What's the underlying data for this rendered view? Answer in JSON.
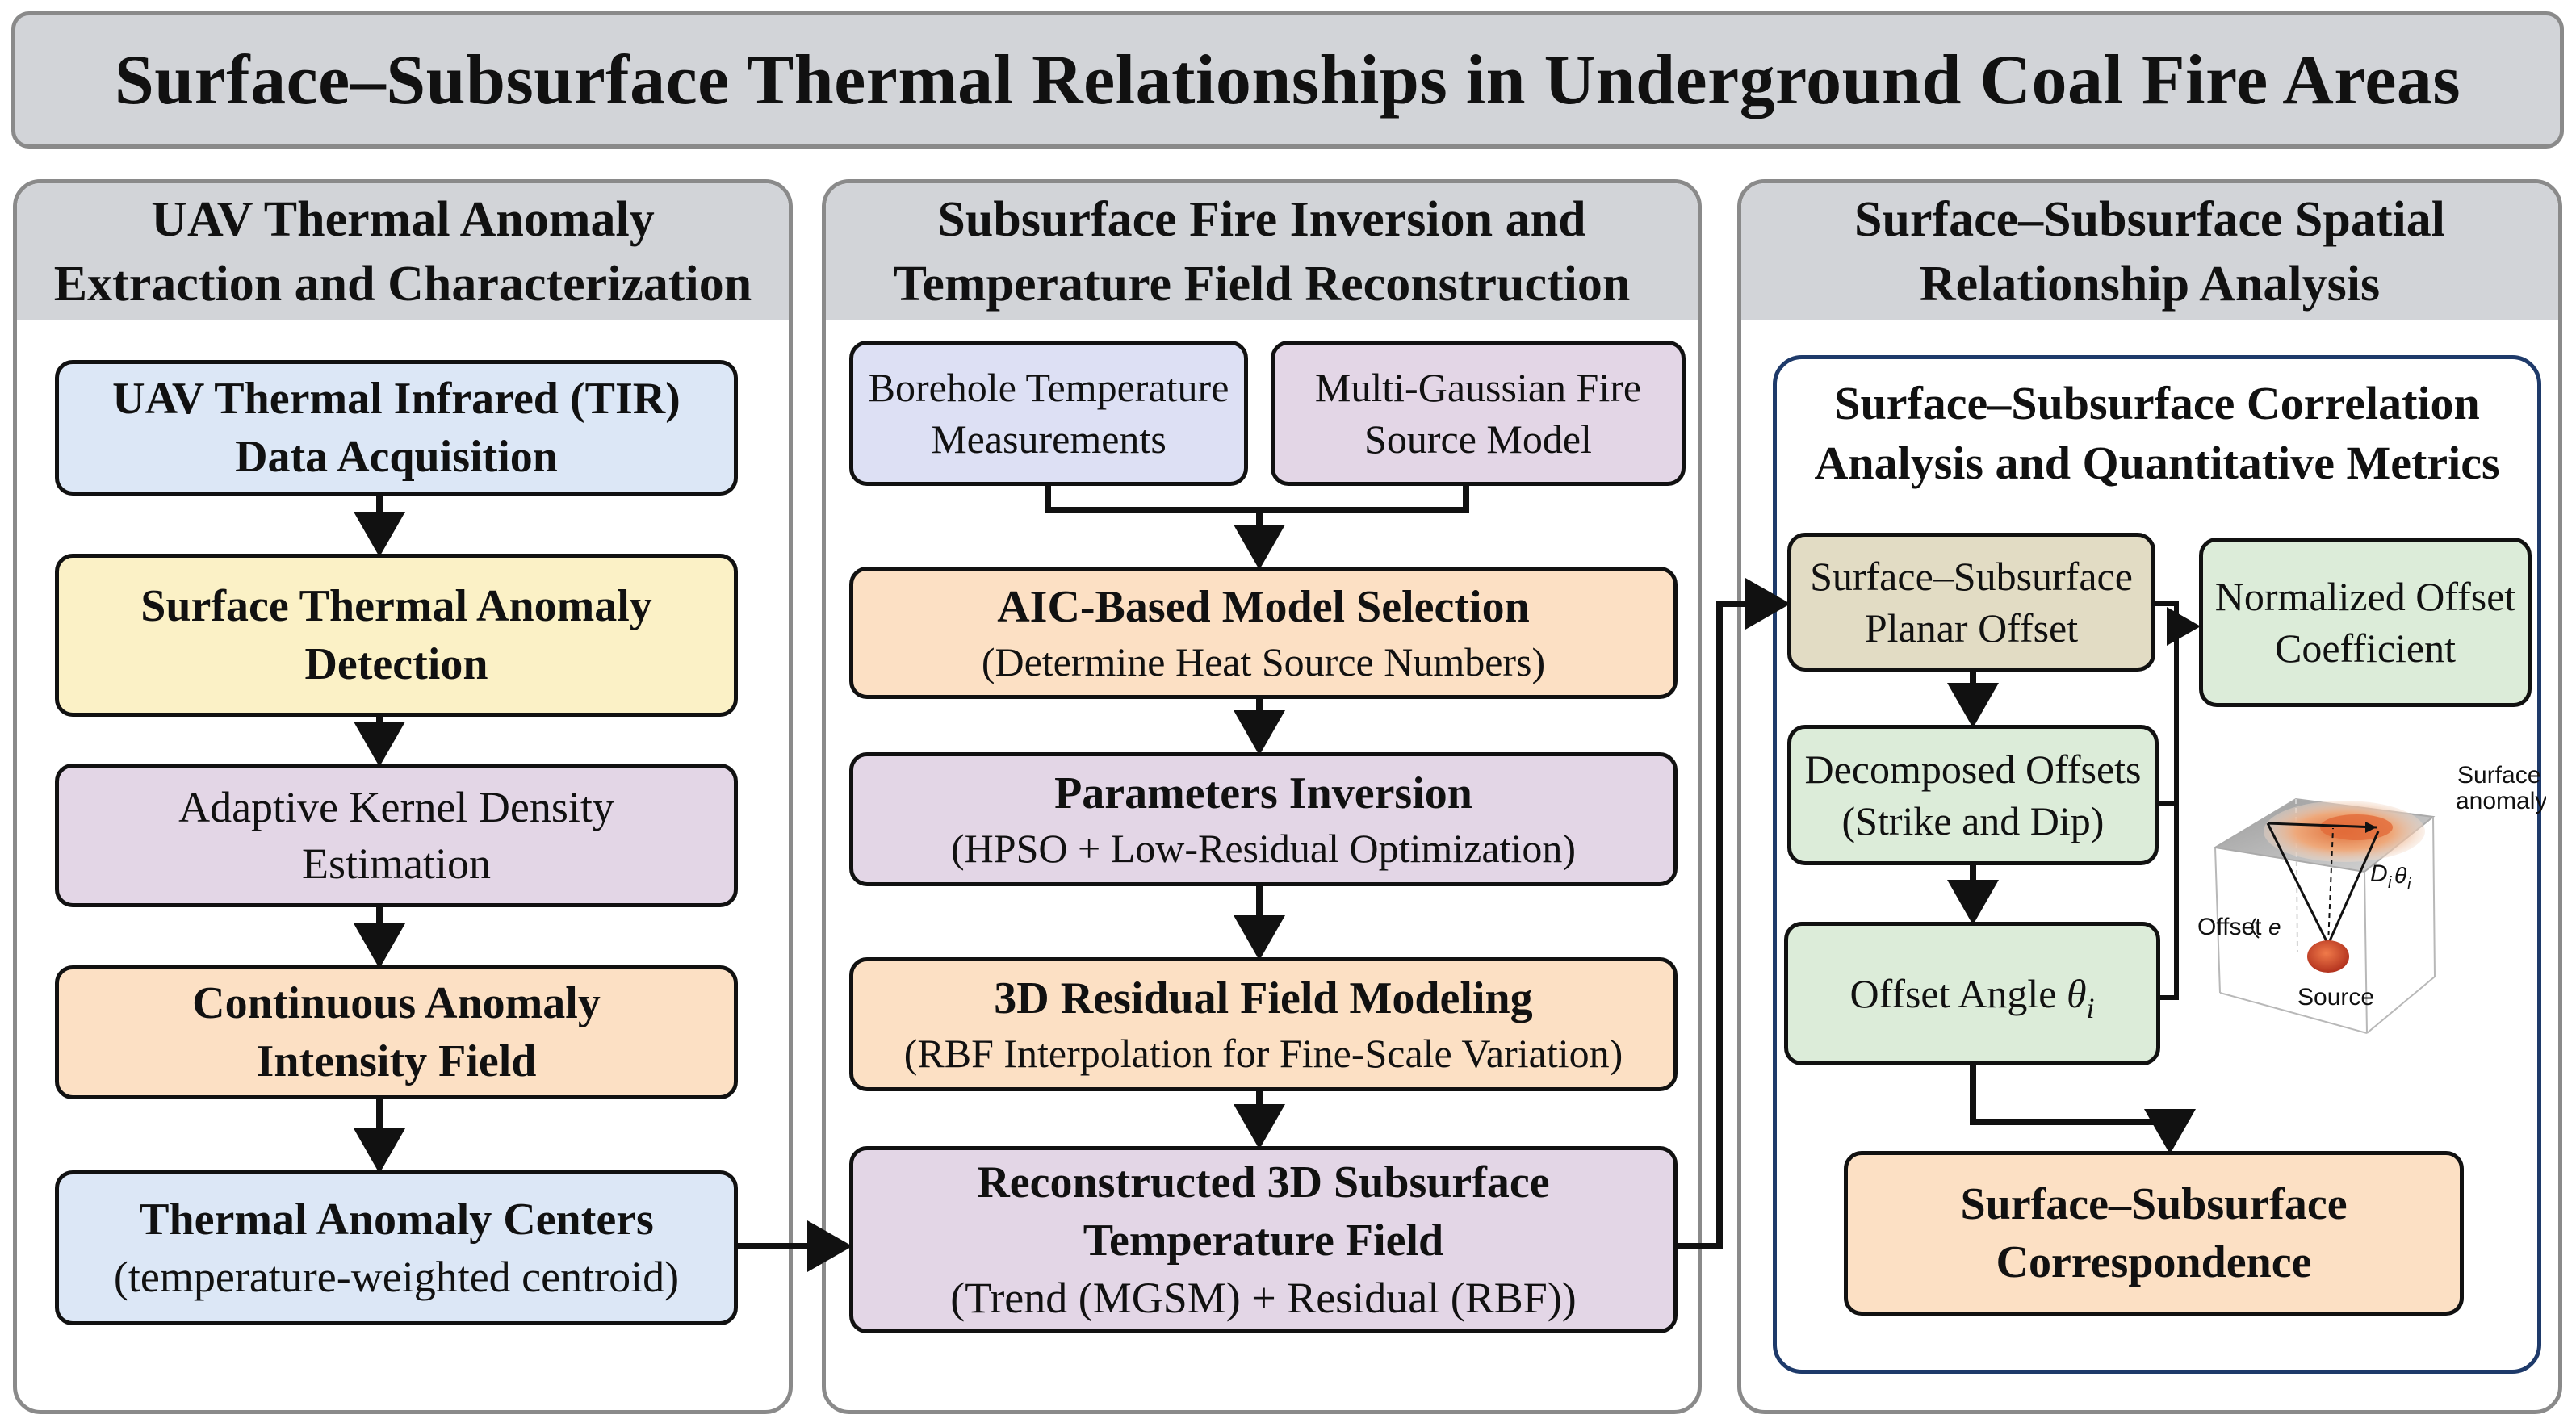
{
  "title": "Surface–Subsurface Thermal Relationships in Underground Coal Fire Areas",
  "panels": {
    "left": {
      "heading": "UAV Thermal Anomaly\nExtraction and Characterization",
      "boxes": {
        "tir": "UAV Thermal Infrared (TIR)\nData Acquisition",
        "detection": "Surface Thermal Anomaly\nDetection",
        "akde": "Adaptive Kernel Density\nEstimation",
        "intensity": "Continuous Anomaly\nIntensity Field",
        "centers_title": "Thermal Anomaly Centers",
        "centers_sub": "(temperature-weighted centroid)"
      }
    },
    "middle": {
      "heading": "Subsurface Fire Inversion and\nTemperature Field Reconstruction",
      "boxes": {
        "borehole": "Borehole Temperature\nMeasurements",
        "multigauss": "Multi-Gaussian Fire\nSource Model",
        "aic_title": "AIC-Based Model Selection",
        "aic_sub": "(Determine Heat Source Numbers)",
        "param_title": "Parameters Inversion",
        "param_sub": "(HPSO + Low-Residual Optimization)",
        "resid_title": "3D Residual Field Modeling",
        "resid_sub": "(RBF Interpolation for Fine-Scale Variation)",
        "recon_title": "Reconstructed 3D Subsurface\nTemperature Field",
        "recon_sub": "(Trend (MGSM) + Residual (RBF))"
      }
    },
    "right": {
      "heading": "Surface–Subsurface Spatial\nRelationship Analysis",
      "subpanel_heading": "Surface–Subsurface Correlation\nAnalysis and Quantitative Metrics",
      "boxes": {
        "planar": "Surface–Subsurface\nPlanar Offset",
        "normalized": "Normalized Offset\nCoefficient",
        "decomposed": "Decomposed Offsets\n(Strike and Dip)",
        "angle": "Offset Angle ",
        "angle_symbol": "θ",
        "angle_sub": "i",
        "correspondence": "Surface–Subsurface\nCorrespondence"
      },
      "inset": {
        "surface": "Surface",
        "anomaly": "anomaly",
        "offset": "Offset",
        "offset_symbol": "e",
        "d": "D",
        "d_sub": "i",
        "theta": "θ",
        "theta_sub": "i",
        "source": "Source"
      }
    }
  },
  "colors": {
    "blue": "#dce7f6",
    "yellow": "#fbf1c6",
    "purple": "#e3d6e6",
    "orange": "#fce0c4",
    "lavender": "#dde0f4",
    "green": "#dcecd9",
    "tan": "#e2dcc4",
    "header_gray": "#d2d4d8"
  }
}
